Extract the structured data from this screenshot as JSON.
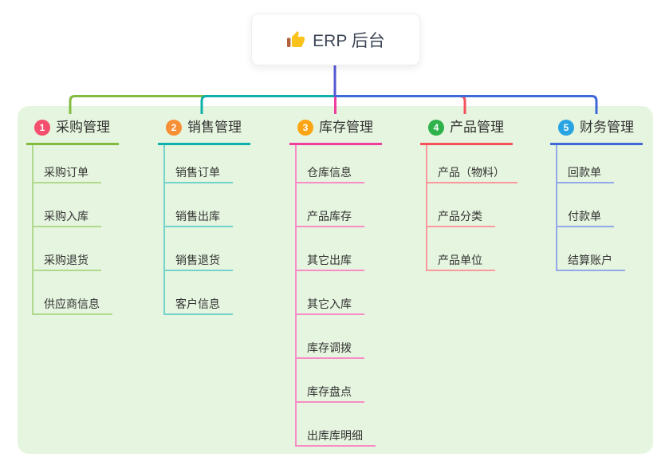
{
  "canvas": {
    "background": "#ffffff",
    "panel_background": "#e6f5df"
  },
  "root": {
    "title": "ERP 后台",
    "icon": "thumbs-up-icon",
    "icon_colors": {
      "hand": "#fcc21c",
      "cuff": "#b3633c"
    },
    "text_color": "#3d4656",
    "connector_color": "#5459d3"
  },
  "branches": [
    {
      "number": "1",
      "label": "采购管理",
      "badge_color": "#f4506e",
      "line_color": "#82bb3f",
      "child_line_color": "#b1d98d",
      "children": [
        "采购订单",
        "采购入库",
        "采购退货",
        "供应商信息"
      ]
    },
    {
      "number": "2",
      "label": "销售管理",
      "badge_color": "#f78f35",
      "line_color": "#0db0ab",
      "child_line_color": "#74d2cd",
      "children": [
        "销售订单",
        "销售出库",
        "销售退货",
        "客户信息"
      ]
    },
    {
      "number": "3",
      "label": "库存管理",
      "badge_color": "#fca514",
      "line_color": "#ef3e9d",
      "child_line_color": "#f78cc6",
      "children": [
        "仓库信息",
        "产品库存",
        "其它出库",
        "其它入库",
        "库存调拨",
        "库存盘点",
        "出库库明细"
      ]
    },
    {
      "number": "4",
      "label": "产品管理",
      "badge_color": "#2eb34c",
      "line_color": "#f4515c",
      "child_line_color": "#f9999d",
      "children": [
        "产品（物料）",
        "产品分类",
        "产品单位"
      ]
    },
    {
      "number": "5",
      "label": "财务管理",
      "badge_color": "#29a4e2",
      "line_color": "#3f68d9",
      "child_line_color": "#93a9ea",
      "children": [
        "回款单",
        "付款单",
        "结算账户"
      ]
    }
  ]
}
